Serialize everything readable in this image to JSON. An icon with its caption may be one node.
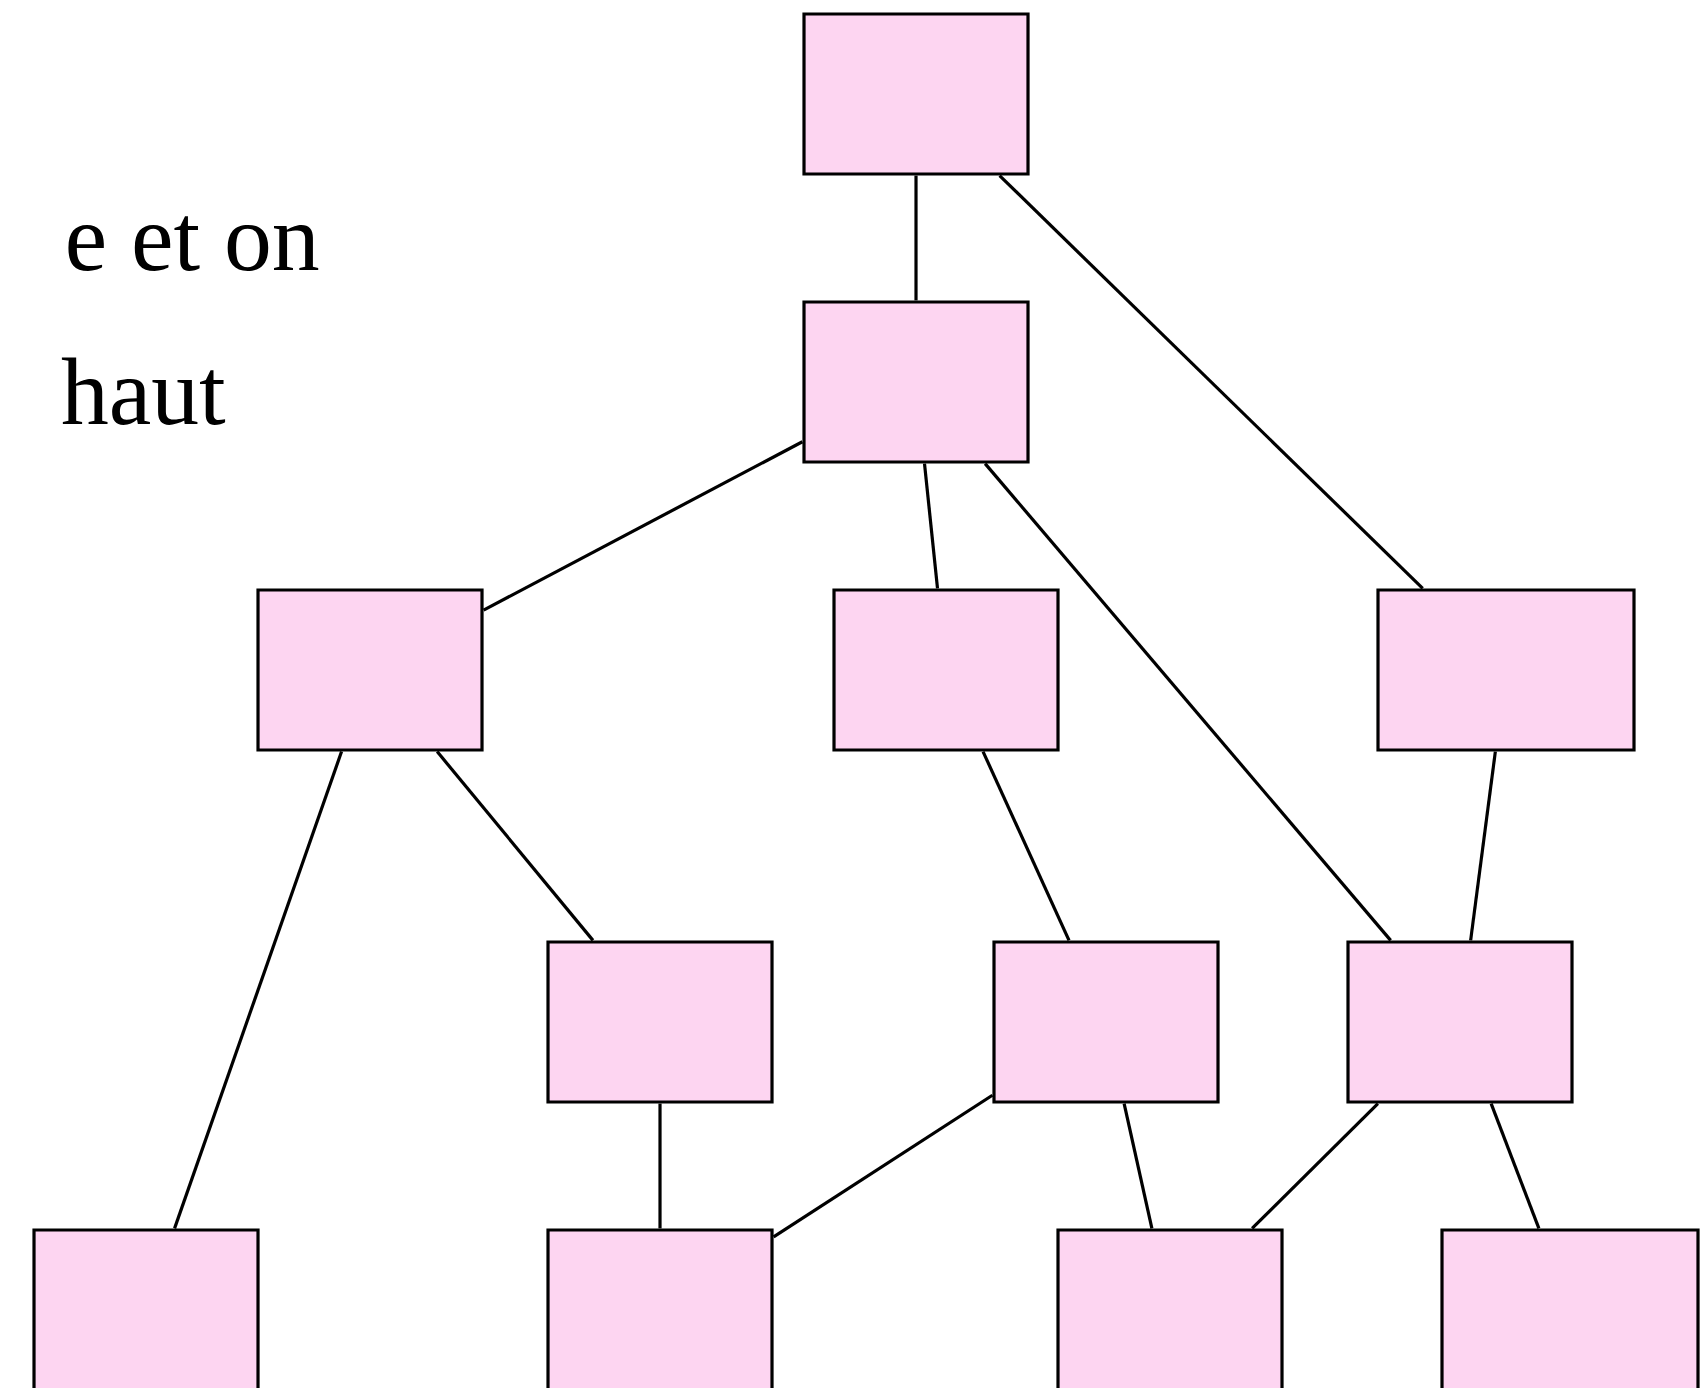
{
  "diagram": {
    "nodes": [
      {
        "text": [],
        "shape": "box"
      },
      {
        "text": [],
        "shape": "box"
      },
      {
        "text": [],
        "shape": "box"
      },
      {
        "text": [],
        "shape": "box"
      },
      {
        "text": [],
        "shape": "box"
      },
      {
        "text": [],
        "shape": "box"
      },
      {
        "text": [],
        "shape": "box"
      },
      {
        "text": [],
        "shape": "box"
      },
      {
        "text": [],
        "shape": "box"
      },
      {
        "text": [],
        "shape": "box"
      },
      {
        "text": [],
        "shape": "box"
      },
      {
        "text": [],
        "shape": "box"
      }
    ],
    "edges": [
      {
        "from": 0,
        "to": 1,
        "arrow": "none"
      },
      {
        "from": 0,
        "to": 4,
        "arrow": "none"
      },
      {
        "from": 1,
        "to": 2,
        "arrow": "none"
      },
      {
        "from": 1,
        "to": 3,
        "arrow": "none"
      },
      {
        "from": 1,
        "to": 7,
        "arrow": "none"
      },
      {
        "from": 2,
        "to": 5,
        "arrow": "none"
      },
      {
        "from": 2,
        "to": 8,
        "arrow": "none"
      },
      {
        "from": 3,
        "to": 6,
        "arrow": "none"
      },
      {
        "from": 4,
        "to": 7,
        "arrow": "none"
      },
      {
        "from": 5,
        "to": 9,
        "arrow": "none"
      },
      {
        "from": 6,
        "to": 9,
        "arrow": "none"
      },
      {
        "from": 6,
        "to": 10,
        "arrow": "none"
      },
      {
        "from": 7,
        "to": 10,
        "arrow": "none"
      },
      {
        "from": 7,
        "to": 11,
        "arrow": "none"
      }
    ],
    "labels": [
      "e et on",
      "haut"
    ]
  }
}
